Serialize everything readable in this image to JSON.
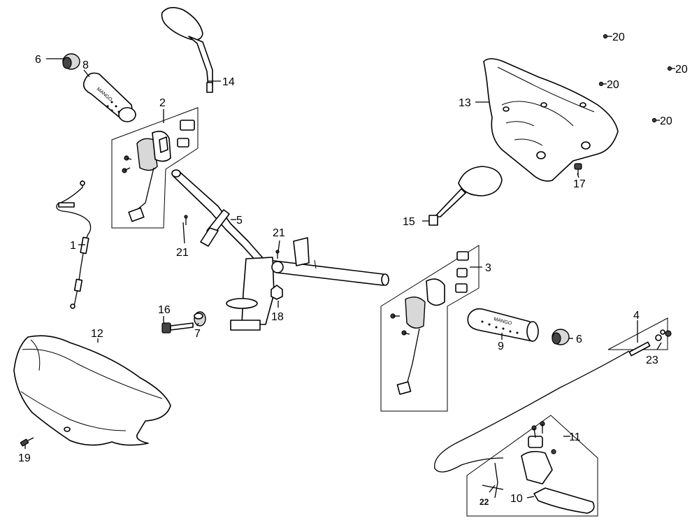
{
  "labels": {
    "p1": "1",
    "p2": "2",
    "p3": "3",
    "p4": "4",
    "p5": "5",
    "p6a": "6",
    "p6b": "6",
    "p7": "7",
    "p8": "8",
    "p9": "9",
    "p10": "10",
    "p11": "11",
    "p12": "12",
    "p13": "13",
    "p14": "14",
    "p15": "15",
    "p16": "16",
    "p17": "17",
    "p18": "18",
    "p19": "19",
    "p20a": "20",
    "p20b": "20",
    "p20c": "20",
    "p20d": "20",
    "p21a": "21",
    "p21b": "21",
    "p22": "22",
    "p23": "23"
  },
  "grip_text": {
    "left": "MANGO",
    "right": "MANGO"
  }
}
